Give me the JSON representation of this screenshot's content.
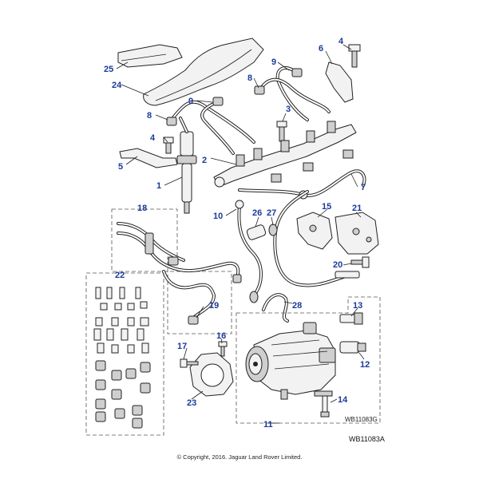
{
  "callouts": [
    {
      "label": "1"
    },
    {
      "label": "2"
    },
    {
      "label": "3"
    },
    {
      "label": "4"
    },
    {
      "label": "4"
    },
    {
      "label": "5"
    },
    {
      "label": "6"
    },
    {
      "label": "7"
    },
    {
      "label": "8"
    },
    {
      "label": "8"
    },
    {
      "label": "9"
    },
    {
      "label": "9"
    },
    {
      "label": "10"
    },
    {
      "label": "11"
    },
    {
      "label": "12"
    },
    {
      "label": "13"
    },
    {
      "label": "14"
    },
    {
      "label": "15"
    },
    {
      "label": "16"
    },
    {
      "label": "17"
    },
    {
      "label": "18"
    },
    {
      "label": "19"
    },
    {
      "label": "20"
    },
    {
      "label": "21"
    },
    {
      "label": "22"
    },
    {
      "label": "23"
    },
    {
      "label": "24"
    },
    {
      "label": "25"
    },
    {
      "label": "26"
    },
    {
      "label": "27"
    },
    {
      "label": "28"
    }
  ],
  "references": {
    "inner_ref": "WB11083G",
    "outer_ref": "WB11083A"
  },
  "copyright": "© Copyright, 2016. Jaguar Land Rover Limited.",
  "colors": {
    "callout": "#1a3a9a",
    "line": "#222222"
  }
}
